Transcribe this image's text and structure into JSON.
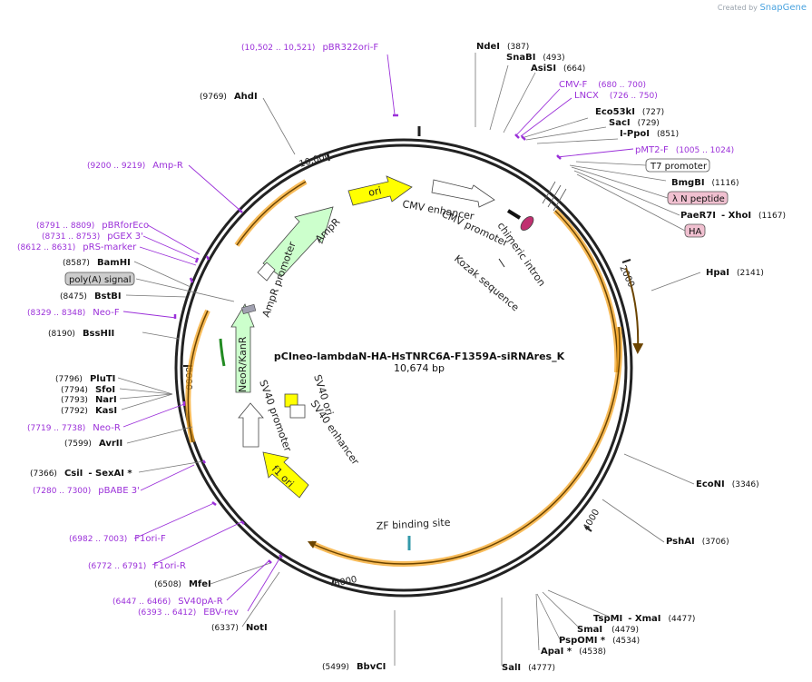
{
  "branding": {
    "created_by": "Created by",
    "app": "SnapGene"
  },
  "plasmid": {
    "name": "pCIneo-lambdaN-HA-HsTNRC6A-F1359A-siRNAres_K",
    "size_label": "10,674 bp",
    "length": 10674
  },
  "colors": {
    "backbone": "#222222",
    "primer": "#9b30d9",
    "enzyme_line": "#666666",
    "orf": "#f5a623",
    "orf_dark": "#6b4400",
    "feature_yellow": "#ffff00",
    "feature_green": "#ccffcc",
    "feature_white": "#ffffff",
    "intron": "#c03070",
    "tag_pink": "#f0c0d0",
    "tag_grey": "#cccccc"
  },
  "ruler_ticks": [
    "2000",
    "4000",
    "6000",
    "8000",
    "10,000"
  ],
  "enzymes": [
    {
      "name": "NdeI",
      "pos": "(387)"
    },
    {
      "name": "SnaBI",
      "pos": "(493)"
    },
    {
      "name": "AsiSI",
      "pos": "(664)"
    },
    {
      "name": "Eco53kI",
      "pos": "(727)"
    },
    {
      "name": "SacI",
      "pos": "(729)"
    },
    {
      "name": "I-PpoI",
      "pos": "(851)"
    },
    {
      "name": "BmgBI",
      "pos": "(1116)"
    },
    {
      "name": "PaeR7I",
      "extra": "- XhoI",
      "pos": "(1167)"
    },
    {
      "name": "HpaI",
      "pos": "(2141)"
    },
    {
      "name": "EcoNI",
      "pos": "(3346)"
    },
    {
      "name": "PshAI",
      "pos": "(3706)"
    },
    {
      "name": "TspMI",
      "extra": "- XmaI",
      "pos": "(4477)"
    },
    {
      "name": "SmaI",
      "pos": "(4479)"
    },
    {
      "name": "PspOMI *",
      "pos": "(4534)"
    },
    {
      "name": "ApaI *",
      "pos": "(4538)"
    },
    {
      "name": "SalI",
      "pos": "(4777)"
    },
    {
      "name": "BbvCI",
      "pos": "(5499)"
    },
    {
      "name": "NotI",
      "pos": "(6337)"
    },
    {
      "name": "MfeI",
      "pos": "(6508)"
    },
    {
      "name": "CsiI",
      "extra": "- SexAI *",
      "pos": "(7366)"
    },
    {
      "name": "AvrII",
      "pos": "(7599)"
    },
    {
      "name": "KasI",
      "pos": "(7792)"
    },
    {
      "name": "NarI",
      "pos": "(7793)"
    },
    {
      "name": "SfoI",
      "pos": "(7794)"
    },
    {
      "name": "PluTI",
      "pos": "(7796)"
    },
    {
      "name": "BssHII",
      "pos": "(8190)"
    },
    {
      "name": "BstBI",
      "pos": "(8475)"
    },
    {
      "name": "BamHI",
      "pos": "(8587)"
    },
    {
      "name": "AhdI",
      "pos": "(9769)"
    }
  ],
  "primers": [
    {
      "name": "pBR322ori-F",
      "range": "(10,502 .. 10,521)"
    },
    {
      "name": "CMV-F",
      "range": "(680 .. 700)"
    },
    {
      "name": "LNCX",
      "range": "(726 .. 750)"
    },
    {
      "name": "pMT2-F",
      "range": "(1005 .. 1024)"
    },
    {
      "name": "Amp-R",
      "range": "(9200 .. 9219)"
    },
    {
      "name": "pBRforEco",
      "range": "(8791 .. 8809)"
    },
    {
      "name": "pGEX 3'",
      "range": "(8731 .. 8753)"
    },
    {
      "name": "pRS-marker",
      "range": "(8612 .. 8631)"
    },
    {
      "name": "Neo-F",
      "range": "(8329 .. 8348)"
    },
    {
      "name": "Neo-R",
      "range": "(7719 .. 7738)"
    },
    {
      "name": "pBABE 3'",
      "range": "(7280 .. 7300)"
    },
    {
      "name": "F1ori-F",
      "range": "(6982 .. 7003)"
    },
    {
      "name": "F1ori-R",
      "range": "(6772 .. 6791)"
    },
    {
      "name": "SV40pA-R",
      "range": "(6447 .. 6466)"
    },
    {
      "name": "EBV-rev",
      "range": "(6393 .. 6412)"
    }
  ],
  "boxed_features": [
    {
      "name": "T7 promoter",
      "style": "white"
    },
    {
      "name": "λ N peptide",
      "style": "pink"
    },
    {
      "name": "HA",
      "style": "pink"
    },
    {
      "name": "poly(A) signal",
      "style": "grey"
    }
  ],
  "inner_features": [
    {
      "name": "ori"
    },
    {
      "name": "AmpR"
    },
    {
      "name": "AmpR promoter"
    },
    {
      "name": "CMV enhancer"
    },
    {
      "name": "CMV promoter"
    },
    {
      "name": "chimeric intron"
    },
    {
      "name": "Kozak sequence"
    },
    {
      "name": "NeoR/KanR"
    },
    {
      "name": "SV40 promoter"
    },
    {
      "name": "SV40 ori"
    },
    {
      "name": "SV40 enhancer"
    },
    {
      "name": "f1 ori"
    },
    {
      "name": "ZF binding site"
    }
  ]
}
